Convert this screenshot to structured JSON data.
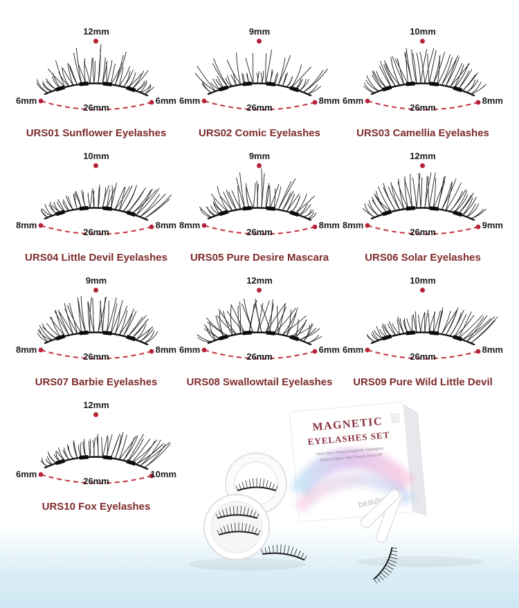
{
  "page": {
    "background_top": "#ffffff",
    "background_bottom": "#d9edf6"
  },
  "colors": {
    "name_text": "#7e2b2b",
    "measure_text": "#1b1b1b",
    "accent_dot_red": "#b52239",
    "dashed_arc_red": "#c2303c",
    "lash_black": "#161616"
  },
  "lashes": [
    {
      "name": "URS01 Sunflower Eyelashes",
      "top": "12mm",
      "left": "6mm",
      "right": "6mm",
      "width": "26mm",
      "style": "wispy"
    },
    {
      "name": "URS02 Comic Eyelashes",
      "top": "9mm",
      "left": "6mm",
      "right": "8mm",
      "width": "26mm",
      "style": "spiky"
    },
    {
      "name": "URS03 Camellia Eyelashes",
      "top": "10mm",
      "left": "6mm",
      "right": "8mm",
      "width": "26mm",
      "style": "dome"
    },
    {
      "name": "URS04 Little Devil Eyelashes",
      "top": "10mm",
      "left": "8mm",
      "right": "8mm",
      "width": "26mm",
      "style": "cat"
    },
    {
      "name": "URS05 Pure Desire Mascara",
      "top": "9mm",
      "left": "8mm",
      "right": "8mm",
      "width": "26mm",
      "style": "wispy"
    },
    {
      "name": "URS06 Solar Eyelashes",
      "top": "12mm",
      "left": "8mm",
      "right": "9mm",
      "width": "26mm",
      "style": "dome"
    },
    {
      "name": "URS07 Barbie Eyelashes",
      "top": "9mm",
      "left": "8mm",
      "right": "8mm",
      "width": "26mm",
      "style": "dome"
    },
    {
      "name": "URS08 Swallowtail Eyelashes",
      "top": "12mm",
      "left": "6mm",
      "right": "6mm",
      "width": "26mm",
      "style": "cross"
    },
    {
      "name": "URS09 Pure Wild Little Devil",
      "top": "10mm",
      "left": "6mm",
      "right": "8mm",
      "width": "26mm",
      "style": "cat"
    },
    {
      "name": "URS10 Fox Eyelashes",
      "top": "12mm",
      "left": "6mm",
      "right": "10mm",
      "width": "26mm",
      "style": "cat"
    }
  ],
  "product": {
    "box_title_line1": "MAGNETIC",
    "box_title_line2": "EYELASHES SET",
    "features_line1": "•Non-Glue  •Strong Magnetic Adsorption",
    "features_line2": "•Easy to Wear  •Not Easy to Drop-Off",
    "watermark": "beauty"
  }
}
